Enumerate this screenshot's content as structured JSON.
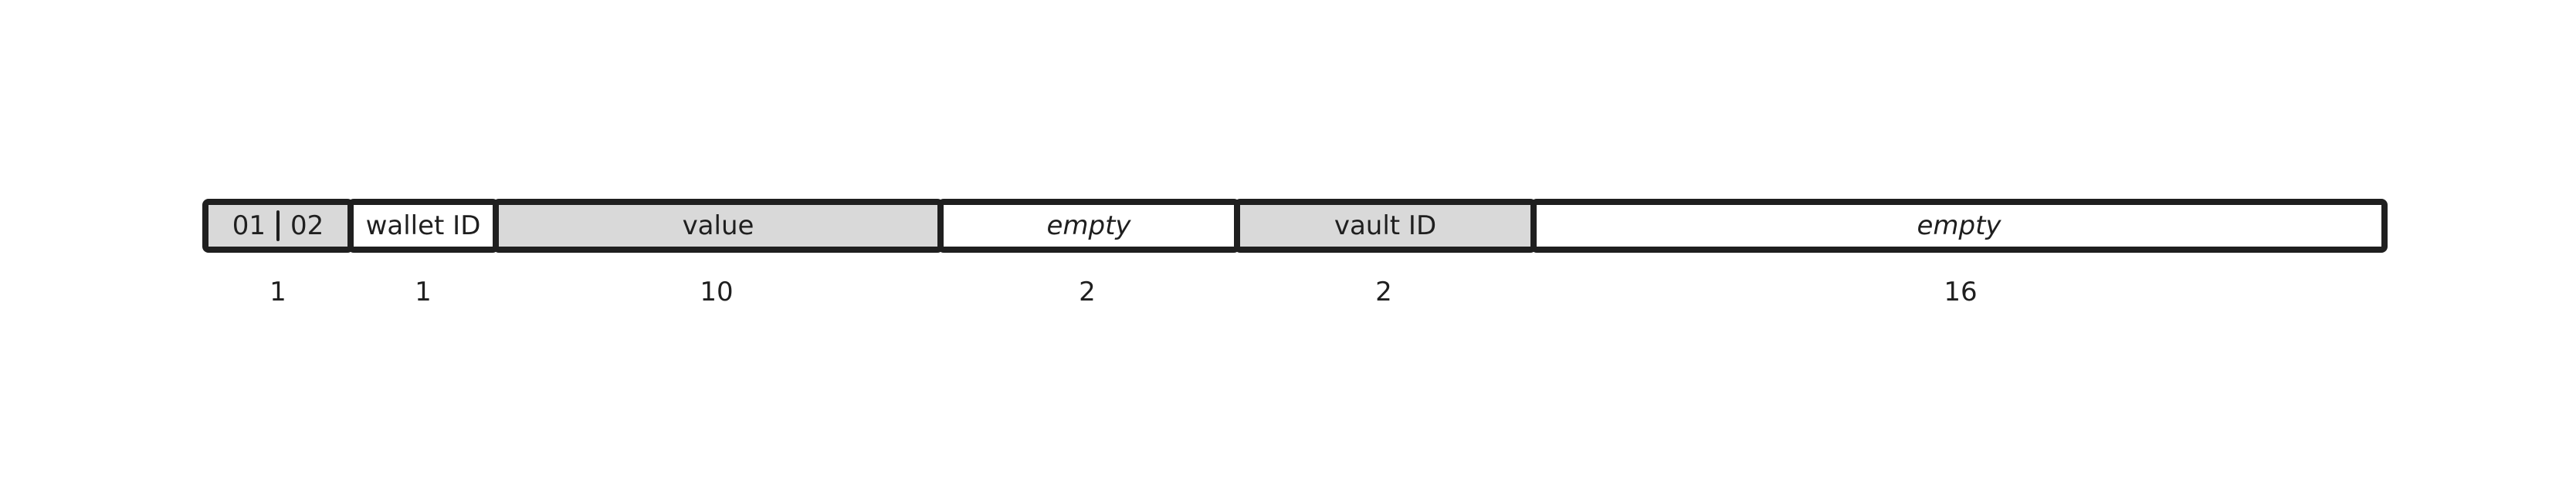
{
  "colors": {
    "gray_fill": "#d9d9d9",
    "white_fill": "#ffffff",
    "border": "#1f1f1f",
    "text": "#1f1f1f"
  },
  "segments": [
    {
      "type_left": "01",
      "type_right": "02",
      "size": "1",
      "fill": "gray",
      "italic": false
    },
    {
      "label": "wallet ID",
      "size": "1",
      "fill": "white",
      "italic": false
    },
    {
      "label": "value",
      "size": "10",
      "fill": "gray",
      "italic": false
    },
    {
      "label": "empty",
      "size": "2",
      "fill": "white",
      "italic": true
    },
    {
      "label": "vault ID",
      "size": "2",
      "fill": "gray",
      "italic": false
    },
    {
      "label": "empty",
      "size": "16",
      "fill": "white",
      "italic": true
    }
  ]
}
